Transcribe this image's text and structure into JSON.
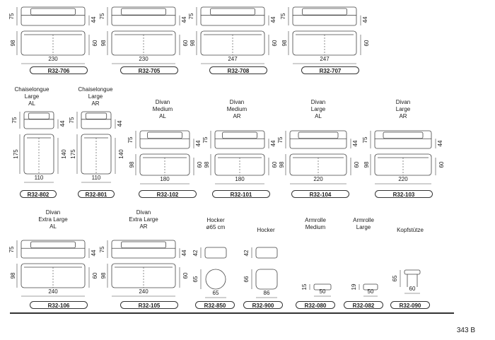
{
  "page_number": "343 B",
  "items": [
    {
      "title": [],
      "code": "R32-706",
      "width": "230",
      "height_top": "75",
      "seat_h": "44",
      "depth": "98",
      "depth2": "60"
    },
    {
      "title": [],
      "code": "R32-705",
      "width": "230",
      "height_top": "75",
      "seat_h": "44",
      "depth": "98",
      "depth2": "60"
    },
    {
      "title": [],
      "code": "R32-708",
      "width": "247",
      "height_top": "75",
      "seat_h": "44",
      "depth": "98",
      "depth2": "60"
    },
    {
      "title": [],
      "code": "R32-707",
      "width": "247",
      "height_top": "75",
      "seat_h": "44",
      "depth": "98",
      "depth2": "60"
    },
    {
      "title": [
        "Chaiselongue",
        "Large",
        "AL"
      ],
      "code": "R32-802",
      "width": "110",
      "height_top": "75",
      "seat_h": "44",
      "depth": "175",
      "depth2": "140"
    },
    {
      "title": [
        "Chaiselongue",
        "Large",
        "AR"
      ],
      "code": "R32-801",
      "width": "110",
      "height_top": "75",
      "seat_h": "44",
      "depth": "175",
      "depth2": "140"
    },
    {
      "title": [
        "Divan",
        "Medium",
        "AL"
      ],
      "code": "R32-102",
      "width": "180",
      "height_top": "75",
      "seat_h": "44",
      "depth": "98",
      "depth2": "60"
    },
    {
      "title": [
        "Divan",
        "Medium",
        "AR"
      ],
      "code": "R32-101",
      "width": "180",
      "height_top": "75",
      "seat_h": "44",
      "depth": "98",
      "depth2": "60"
    },
    {
      "title": [
        "Divan",
        "Large",
        "AL"
      ],
      "code": "R32-104",
      "width": "220",
      "height_top": "75",
      "seat_h": "44",
      "depth": "98",
      "depth2": "60"
    },
    {
      "title": [
        "Divan",
        "Large",
        "AR"
      ],
      "code": "R32-103",
      "width": "220",
      "height_top": "75",
      "seat_h": "44",
      "depth": "98",
      "depth2": "60"
    },
    {
      "title": [
        "Divan",
        "Extra Large",
        "AL"
      ],
      "code": "R32-106",
      "width": "240",
      "height_top": "75",
      "seat_h": "44",
      "depth": "98",
      "depth2": "60"
    },
    {
      "title": [
        "Divan",
        "Extra Large",
        "AR"
      ],
      "code": "R32-105",
      "width": "240",
      "height_top": "75",
      "seat_h": "44",
      "depth": "98",
      "depth2": "60"
    },
    {
      "title": [
        "Hocker",
        "ø65 cm"
      ],
      "code": "R32-850",
      "width": "65",
      "height_top": "42",
      "depth": "65"
    },
    {
      "title": [
        "Hocker"
      ],
      "code": "R32-900",
      "width": "86",
      "height_top": "42",
      "depth": "66"
    },
    {
      "title": [
        "Armrolle",
        "Medium"
      ],
      "code": "R32-080",
      "width": "50",
      "height_top": "15"
    },
    {
      "title": [
        "Armrolle",
        "Large"
      ],
      "code": "R32-082",
      "width": "50",
      "height_top": "19"
    },
    {
      "title": [
        "Kopfstütze"
      ],
      "code": "R32-090",
      "width": "60",
      "height_top": "65"
    }
  ]
}
